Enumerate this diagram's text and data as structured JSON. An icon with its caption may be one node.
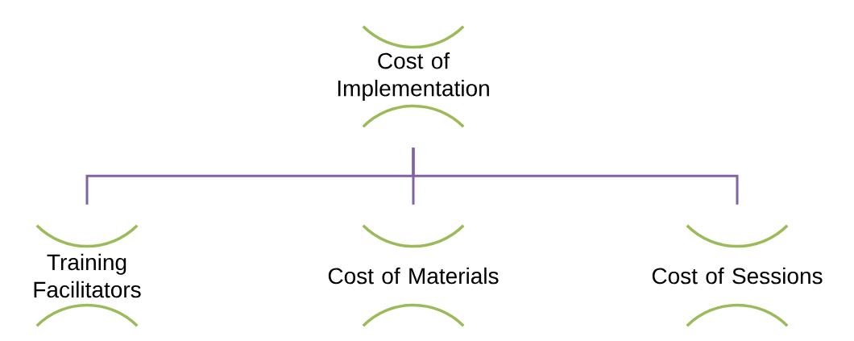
{
  "diagram": {
    "nodes": [
      {
        "text": [
          "Cost of Implementation"
        ]
      },
      {
        "text": [
          "Training Facilitators"
        ]
      },
      {
        "text": [
          "Cost of Materials"
        ]
      },
      {
        "text": [
          "Cost of Sessions"
        ]
      }
    ],
    "edges": [
      {
        "from": 0,
        "to": 1,
        "arrow": "none"
      },
      {
        "from": 0,
        "to": 2,
        "arrow": "none"
      },
      {
        "from": 0,
        "to": 3,
        "arrow": "none"
      }
    ]
  }
}
